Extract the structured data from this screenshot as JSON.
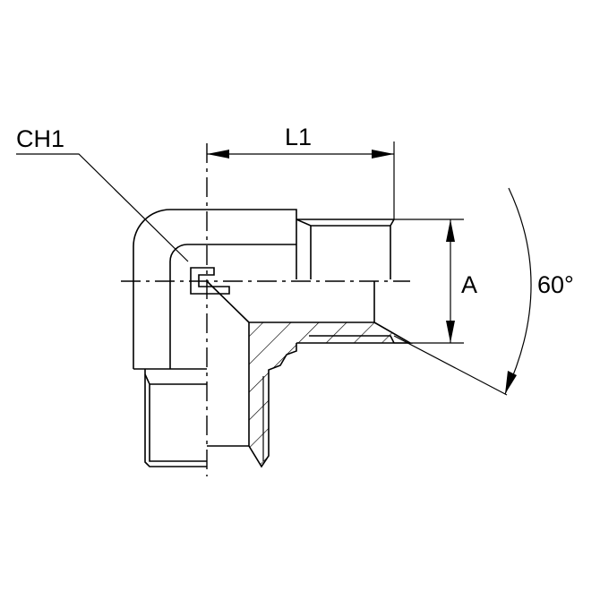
{
  "drawing": {
    "labels": {
      "hex_size": "CH1",
      "length": "L1",
      "thread_size": "A",
      "angle": "60°"
    },
    "line_color": "#000000",
    "background": "#ffffff"
  }
}
